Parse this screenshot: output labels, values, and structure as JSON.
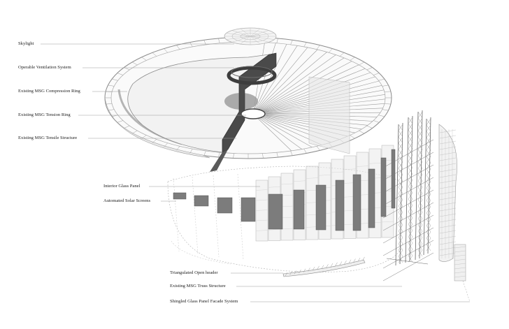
{
  "diagram": {
    "labels": {
      "skylight": "Skylight",
      "ventilation": "Operable Ventilation System",
      "compression_ring": "Existing MSG Compression Ring",
      "tension_ring": "Existing MSG Tension Ring",
      "tensile_structure": "Existing MSG Tensile Structure",
      "interior_glass": "Interior Glass Panel",
      "solar_screens": "Automated Solar Screens",
      "open_header": "Triangulated Open header",
      "truss_structure": "Existing MSG Truss Structure",
      "facade_system": "Shingled Glass Panel Facade System"
    },
    "colors": {
      "line": "#8f8f8f",
      "dark": "#3a3a3a",
      "panel": "#7a7a7a",
      "light_fill": "#f4f4f4"
    }
  }
}
